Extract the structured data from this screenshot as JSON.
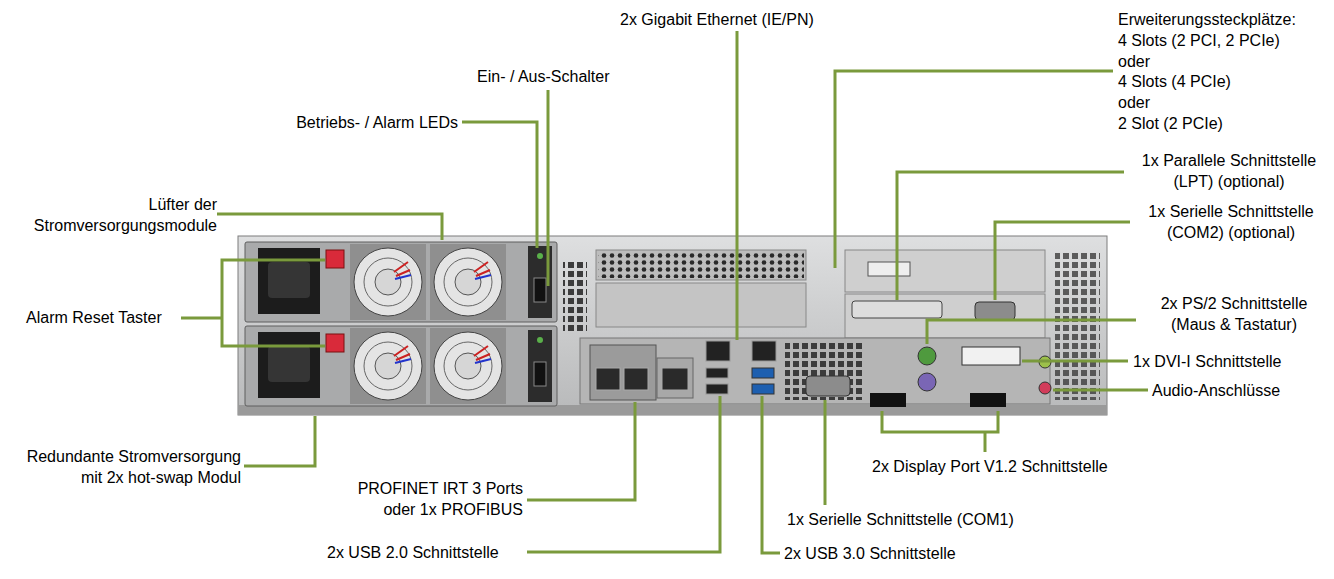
{
  "diagram": {
    "labels": [
      "2x Gigabit Ethernet (IE/PN)",
      "Erweiterungssteckplätze:",
      "4 Slots (2 PCI, 2 PCIe)",
      "oder",
      "4 Slots (4 PCIe)",
      "oder",
      "2 Slot (2 PCIe)",
      "Ein- / Aus-Schalter",
      "Betriebs- / Alarm LEDs",
      "Lüfter der Stromversorgungsmodule",
      "1x Parallele Schnittstelle (LPT) (optional)",
      "1x Serielle Schnittstelle (COM2) (optional)",
      "Alarm Reset Taster",
      "2x PS/2 Schnittstelle (Maus & Tastatur)",
      "1x DVI-I Schnittstelle",
      "Audio-Anschlüsse",
      "Redundante Stromversorgung mit 2x hot-swap Modul",
      "2x Display Port V1.2 Schnittstelle",
      "PROFINET IRT 3 Ports oder 1x PROFIBUS",
      "1x Serielle Schnittstelle (COM1)",
      "2x USB 2.0 Schnittstelle",
      "2x USB 3.0 Schnittstelle"
    ]
  }
}
